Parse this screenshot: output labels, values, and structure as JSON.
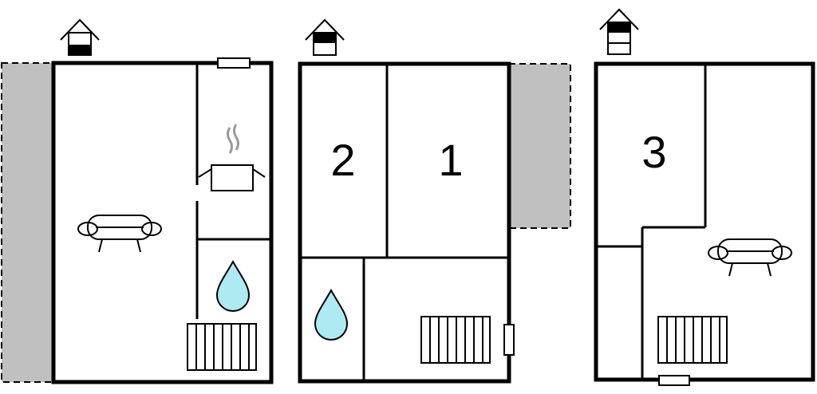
{
  "floors": [
    {
      "name": "ground-floor",
      "rooms": []
    },
    {
      "name": "first-floor",
      "rooms": [
        {
          "label": "2"
        },
        {
          "label": "1"
        }
      ]
    },
    {
      "name": "second-floor",
      "rooms": [
        {
          "label": "3"
        }
      ]
    }
  ],
  "colors": {
    "wall": "#000000",
    "terrace": "#c0c0c0",
    "water": "#aeeaf2"
  }
}
